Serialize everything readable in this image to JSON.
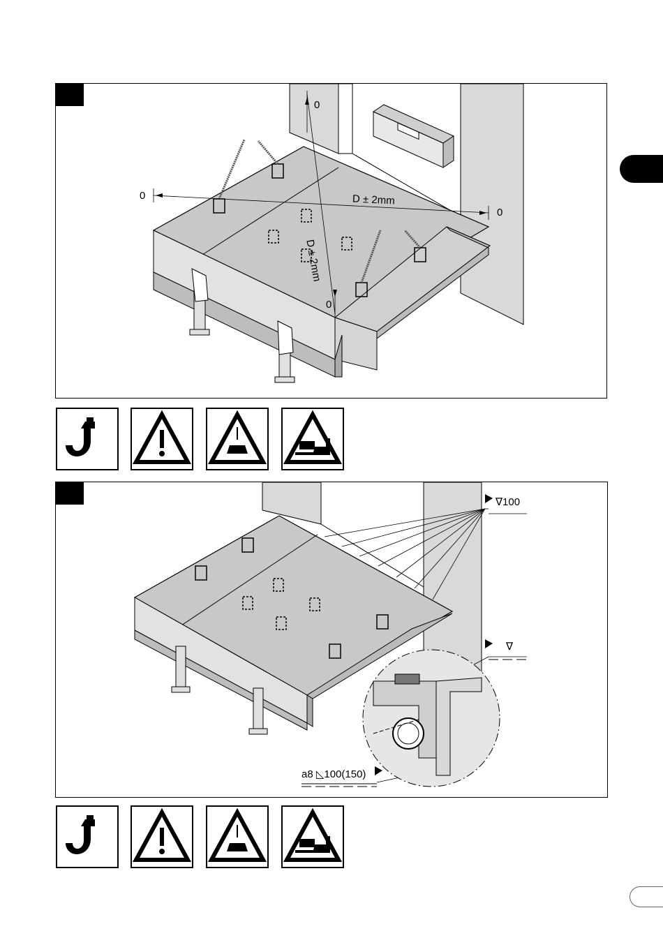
{
  "panel1": {
    "labels": {
      "zero_top": "0",
      "zero_left": "0",
      "zero_right": "0",
      "zero_bottom": "0",
      "dim_horizontal": "D ± 2mm",
      "dim_diagonal": "D ± 2mm"
    }
  },
  "panel2": {
    "labels": {
      "weld_symbol_top": "∇100",
      "weld_symbol_mid": "∇",
      "weld_spec_bottom": "a8 ◺100(150)"
    }
  },
  "warning_rows": [
    {
      "icons": [
        "crane-hook-icon",
        "general-warning-icon",
        "suspended-load-warning-icon",
        "crushing-hazard-warning-icon"
      ]
    },
    {
      "icons": [
        "crane-hook-icon",
        "general-warning-icon",
        "suspended-load-warning-icon",
        "crushing-hazard-warning-icon"
      ]
    }
  ],
  "colors": {
    "platform_top": "#c8c8c8",
    "wall": "#d9d9d9",
    "line": "#000000",
    "tab": "#000000"
  }
}
